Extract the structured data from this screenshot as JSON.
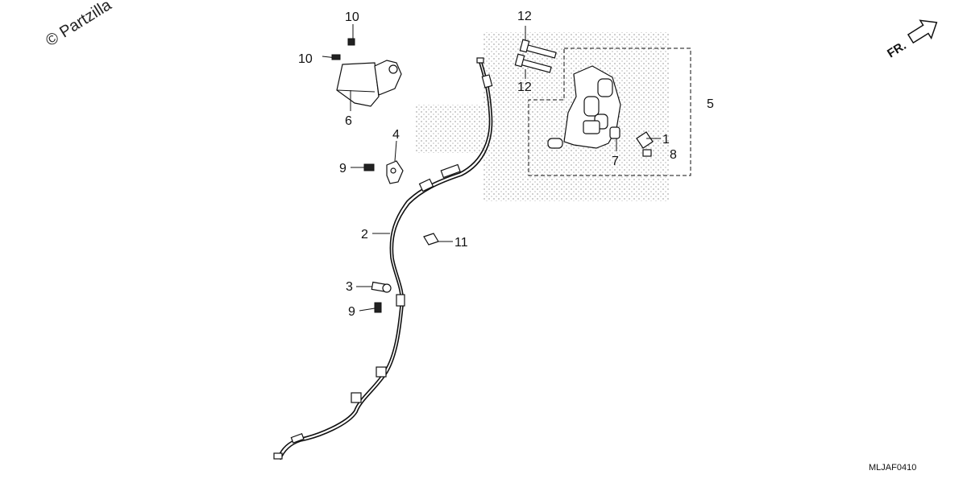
{
  "watermark": "© Partzilla",
  "direction_label": "FR.",
  "diagram_code": "MLJAF0410",
  "callouts": {
    "c1": "1",
    "c2": "2",
    "c3": "3",
    "c4": "4",
    "c5": "5",
    "c6": "6",
    "c7": "7",
    "c8": "8",
    "c9a": "9",
    "c9b": "9",
    "c10a": "10",
    "c10b": "10",
    "c11": "11",
    "c12a": "12",
    "c12b": "12"
  }
}
